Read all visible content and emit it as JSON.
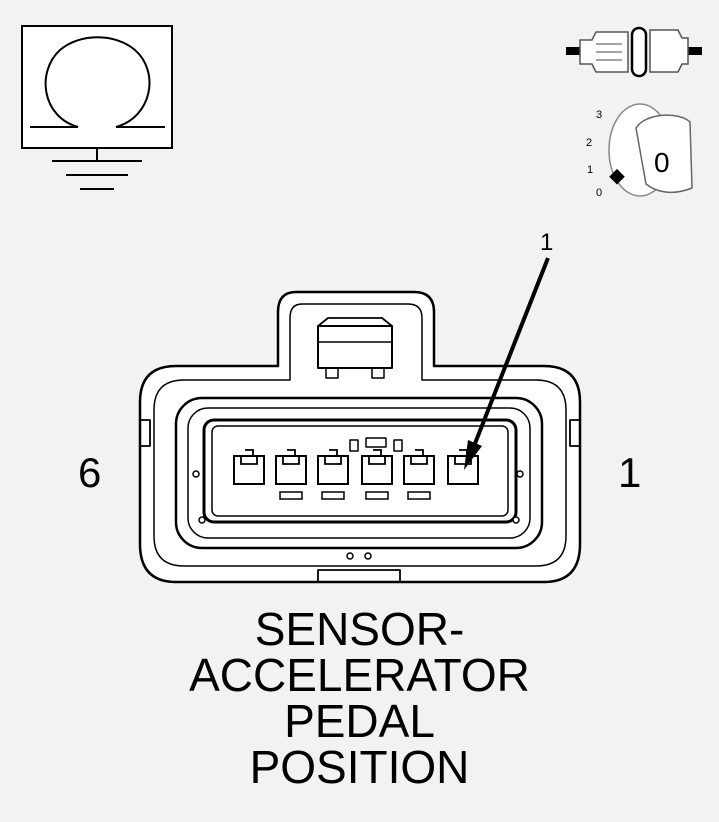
{
  "title_lines": [
    "SENSOR-",
    "ACCELERATOR",
    "PEDAL",
    "POSITION"
  ],
  "pin_end_labels": {
    "left": "6",
    "right": "1"
  },
  "callout": {
    "label": "1"
  },
  "ignition_positions": [
    "3",
    "2",
    "1",
    "0"
  ],
  "ignition_key_label": "0",
  "colors": {
    "background": "#f2f2f2",
    "line": "#000000",
    "fill": "#ffffff"
  }
}
